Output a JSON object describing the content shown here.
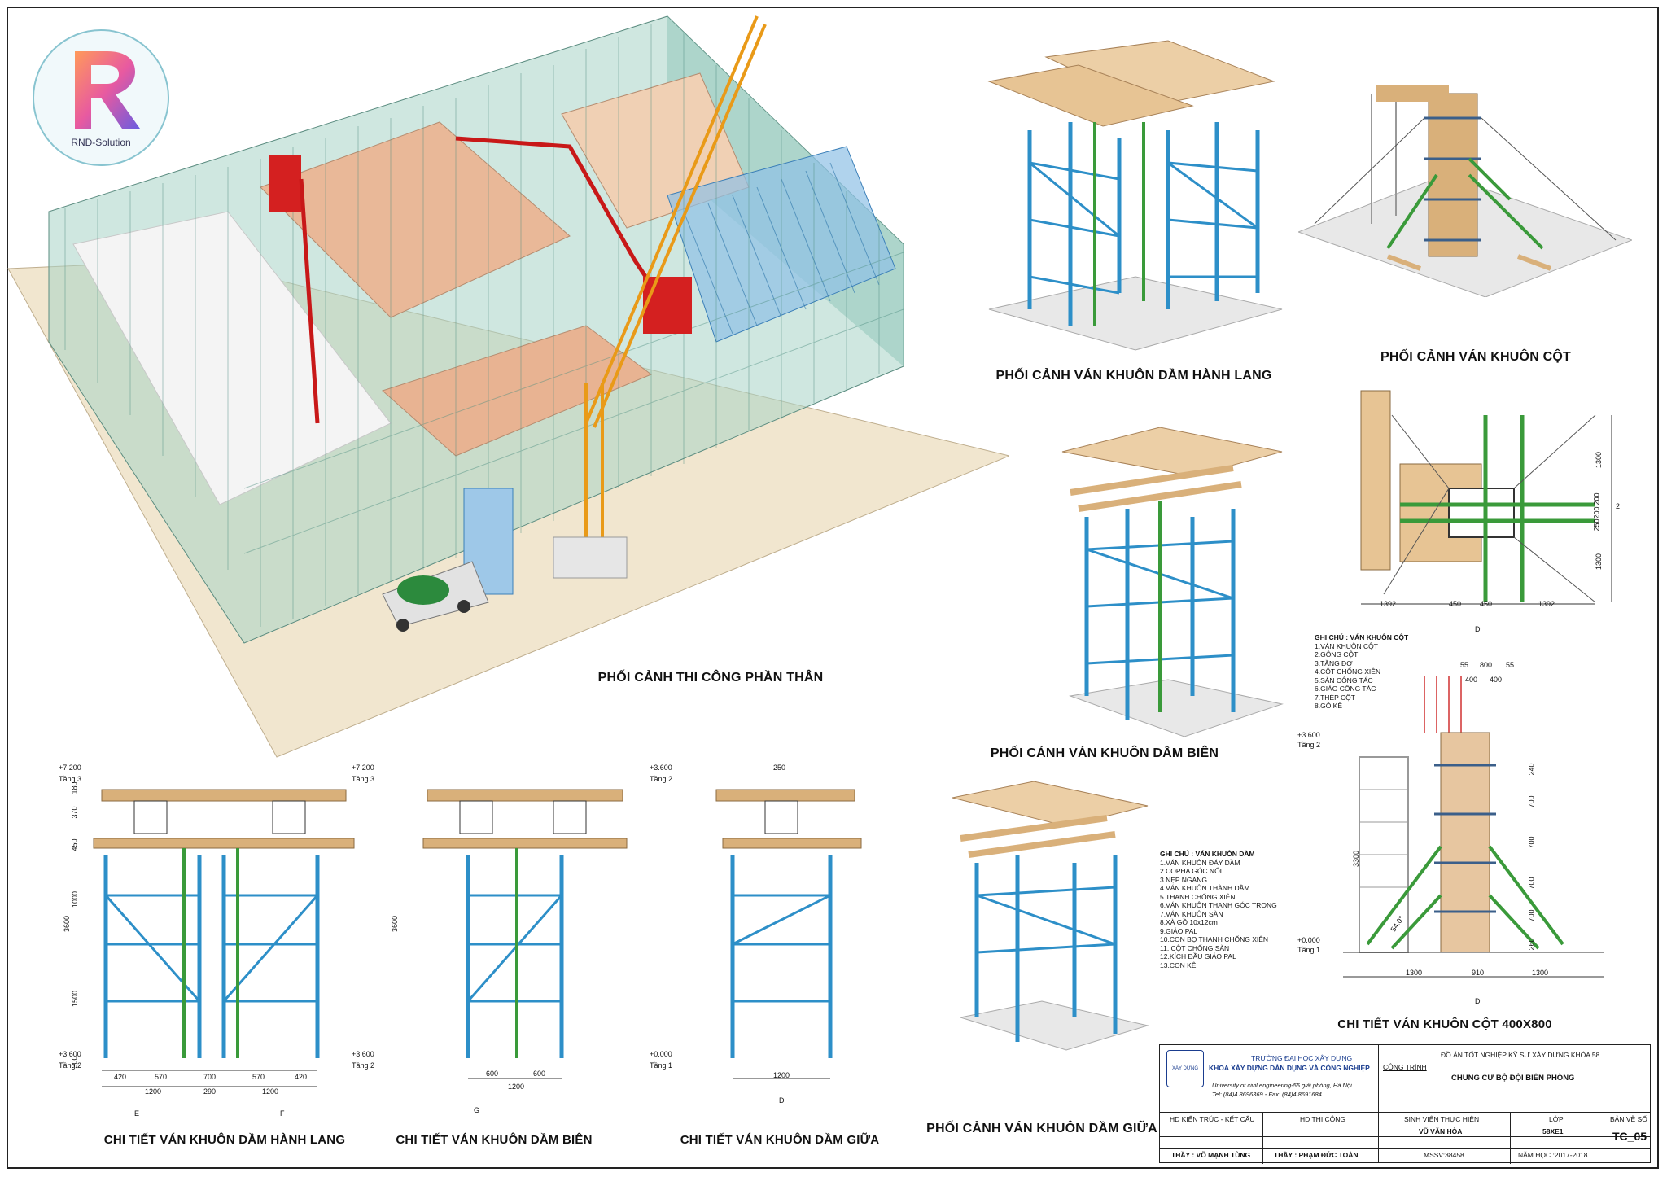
{
  "brand": {
    "logo_text": "RND-Solution"
  },
  "titles": {
    "main_perspective": "PHỐI CẢNH THI CÔNG PHẦN THÂN",
    "corridor_beam_persp": "PHỐI CẢNH VÁN KHUÔN DẦM HÀNH LANG",
    "column_persp": "PHỐI CẢNH VÁN KHUÔN CỘT",
    "edge_beam_persp": "PHỐI CẢNH VÁN KHUÔN DẦM BIÊN",
    "middle_beam_persp": "PHỐI CẢNH VÁN KHUÔN DẦM GIỮA",
    "corridor_beam_detail": "CHI TIẾT VÁN KHUÔN DẦM HÀNH LANG",
    "edge_beam_detail": "CHI TIẾT VÁN KHUÔN DẦM BIÊN",
    "middle_beam_detail": "CHI TIẾT VÁN KHUÔN DẦM GIỮA",
    "column_detail": "CHI TIẾT VÁN KHUÔN CỘT 400X800"
  },
  "levels": {
    "l7200": "+7.200",
    "tang3": "Tầng 3",
    "l3600": "+3.600",
    "tang2": "Tầng 2",
    "l0000": "+0.000",
    "tang1": "Tầng 1"
  },
  "dims": {
    "corr_bottom": [
      "420",
      "570",
      "700",
      "570",
      "420"
    ],
    "corr_bottom2": [
      "1200",
      "290",
      "1200"
    ],
    "edge_bottom": [
      "600",
      "600"
    ],
    "edge_bottom2": "1200",
    "mid_bottom": "1200",
    "mid_top": "250",
    "vert": [
      "180",
      "370",
      "450",
      "1000",
      "3600",
      "1500",
      "300"
    ],
    "col_plan_bottom": [
      "1392",
      "450",
      "450",
      "1392"
    ],
    "col_plan_right": [
      "1300",
      "200",
      "200",
      "250",
      "1300"
    ],
    "col_elev_top": [
      "55",
      "800",
      "55"
    ],
    "col_elev_top2": [
      "400",
      "400"
    ],
    "col_elev_side": [
      "240",
      "700",
      "700",
      "700",
      "700",
      "260"
    ],
    "col_elev_left": "3300",
    "col_elev_bottom": [
      "1300",
      "910",
      "1300"
    ],
    "diag": "54.0°"
  },
  "axes": {
    "E": "E",
    "F": "F",
    "G": "G",
    "D1": "D",
    "D2": "D",
    "D3": "D",
    "two": "2"
  },
  "column_notes": {
    "heading": "GHI CHÚ : VÁN KHUÔN CỘT",
    "items": [
      "1.VÁN KHUÔN CỘT",
      "2.GÔNG CỘT",
      "3.TĂNG ĐƠ",
      "4.CỘT CHỐNG XIÊN",
      "5.SÀN CÔNG TÁC",
      "6.GIÁO CÔNG TÁC",
      "7.THÉP CỘT",
      "8.GỖ KÊ"
    ]
  },
  "beam_notes": {
    "heading": "GHI CHÚ : VÁN KHUÔN DẦM",
    "items": [
      "1.VÁN KHUÔN ĐÁY DẦM",
      "2.COPHA GÓC NỐI",
      "3.NẸP NGANG",
      "4.VÁN KHUÔN THÀNH DẦM",
      "5.THANH CHỐNG XIÊN",
      "6.VÁN KHUÔN THANH GÓC TRONG",
      "7.VÁN KHUÔN SÀN",
      "8.XÀ GỒ 10x12cm",
      "9.GIÁO PAL",
      "10.CON BỌ THANH CHỐNG XIÊN",
      "11. CỘT CHỐNG SÀN",
      "12.KÍCH ĐẦU GIÁO PAL",
      "13.CON KÊ"
    ]
  },
  "title_block": {
    "school": "TRƯỜNG ĐẠI HỌC XÂY DỰNG",
    "faculty": "KHOA XÂY DỰNG DÂN DỤNG VÀ CÔNG NGHIỆP",
    "address": "University of civil engineering-55 giải phóng, Hà Nội",
    "tel": "Tel: (84)4.8696369 - Fax: (84)4.8691684",
    "project_title": "ĐỒ ÁN TỐT NGHIỆP KỸ SƯ XÂY DỰNG KHÓA 58",
    "project_label": "CÔNG TRÌNH",
    "project_name": "CHUNG CƯ BỘ ĐỘI BIÊN PHÒNG",
    "h_arch": "HD KIẾN TRÚC - KẾT CẤU",
    "h_const": "HD THI CÔNG",
    "h_student": "SINH VIÊN THỰC HIỆN",
    "h_class": "LỚP",
    "h_sheet": "BẢN VẼ SỐ",
    "student": "VŨ VĂN HÒA",
    "class": "58XE1",
    "arch_teacher": "THẦY : VÕ MẠNH TÙNG",
    "const_teacher": "THẦY : PHẠM ĐỨC TOÀN",
    "mssv": "MSSV:38458",
    "year": "NĂM HỌC :2017-2018",
    "sheet_no": "TC_05",
    "mini_logo": "XÂY DỰNG"
  },
  "colors": {
    "scaffold": "#2d8fc8",
    "prop": "#3a9a3a",
    "timber": "#d9b07a",
    "crane": "#f0a020",
    "pump": "#d42020",
    "net": "#7fbfae"
  }
}
